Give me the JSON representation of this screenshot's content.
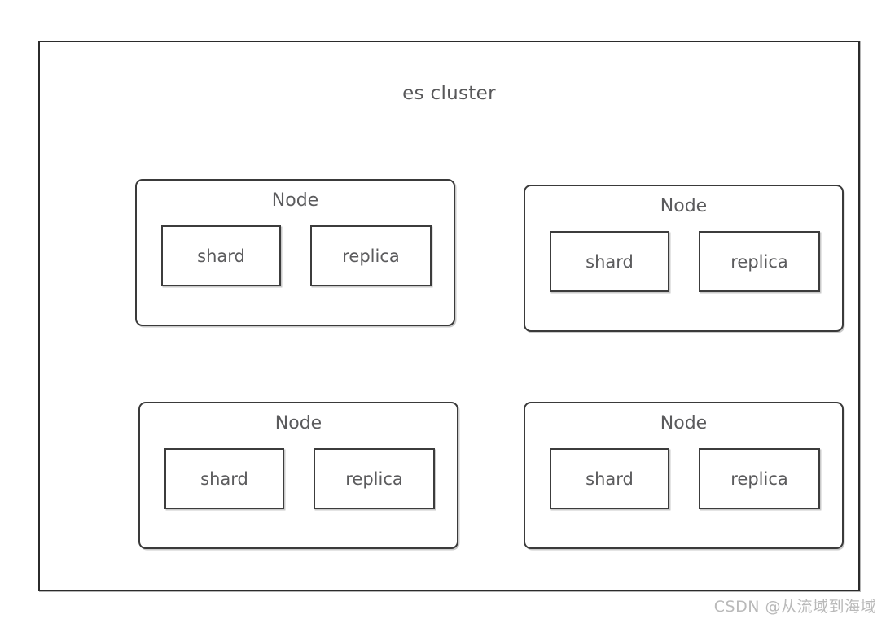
{
  "diagram": {
    "cluster": {
      "title": "es cluster",
      "nodes": [
        {
          "title": "Node",
          "parts": [
            {
              "label": "shard"
            },
            {
              "label": "replica"
            }
          ]
        },
        {
          "title": "Node",
          "parts": [
            {
              "label": "shard"
            },
            {
              "label": "replica"
            }
          ]
        },
        {
          "title": "Node",
          "parts": [
            {
              "label": "shard"
            },
            {
              "label": "replica"
            }
          ]
        },
        {
          "title": "Node",
          "parts": [
            {
              "label": "shard"
            },
            {
              "label": "replica"
            }
          ]
        }
      ]
    }
  },
  "watermark": {
    "text": "CSDN @从流域到海域"
  },
  "colors": {
    "background": "#ffffff",
    "cluster_border": "#2b2b2b",
    "node_border": "#3a3a3a",
    "part_border": "#3c3c3c",
    "text": "#5b5b5d",
    "watermark": "#b9b9b9"
  }
}
